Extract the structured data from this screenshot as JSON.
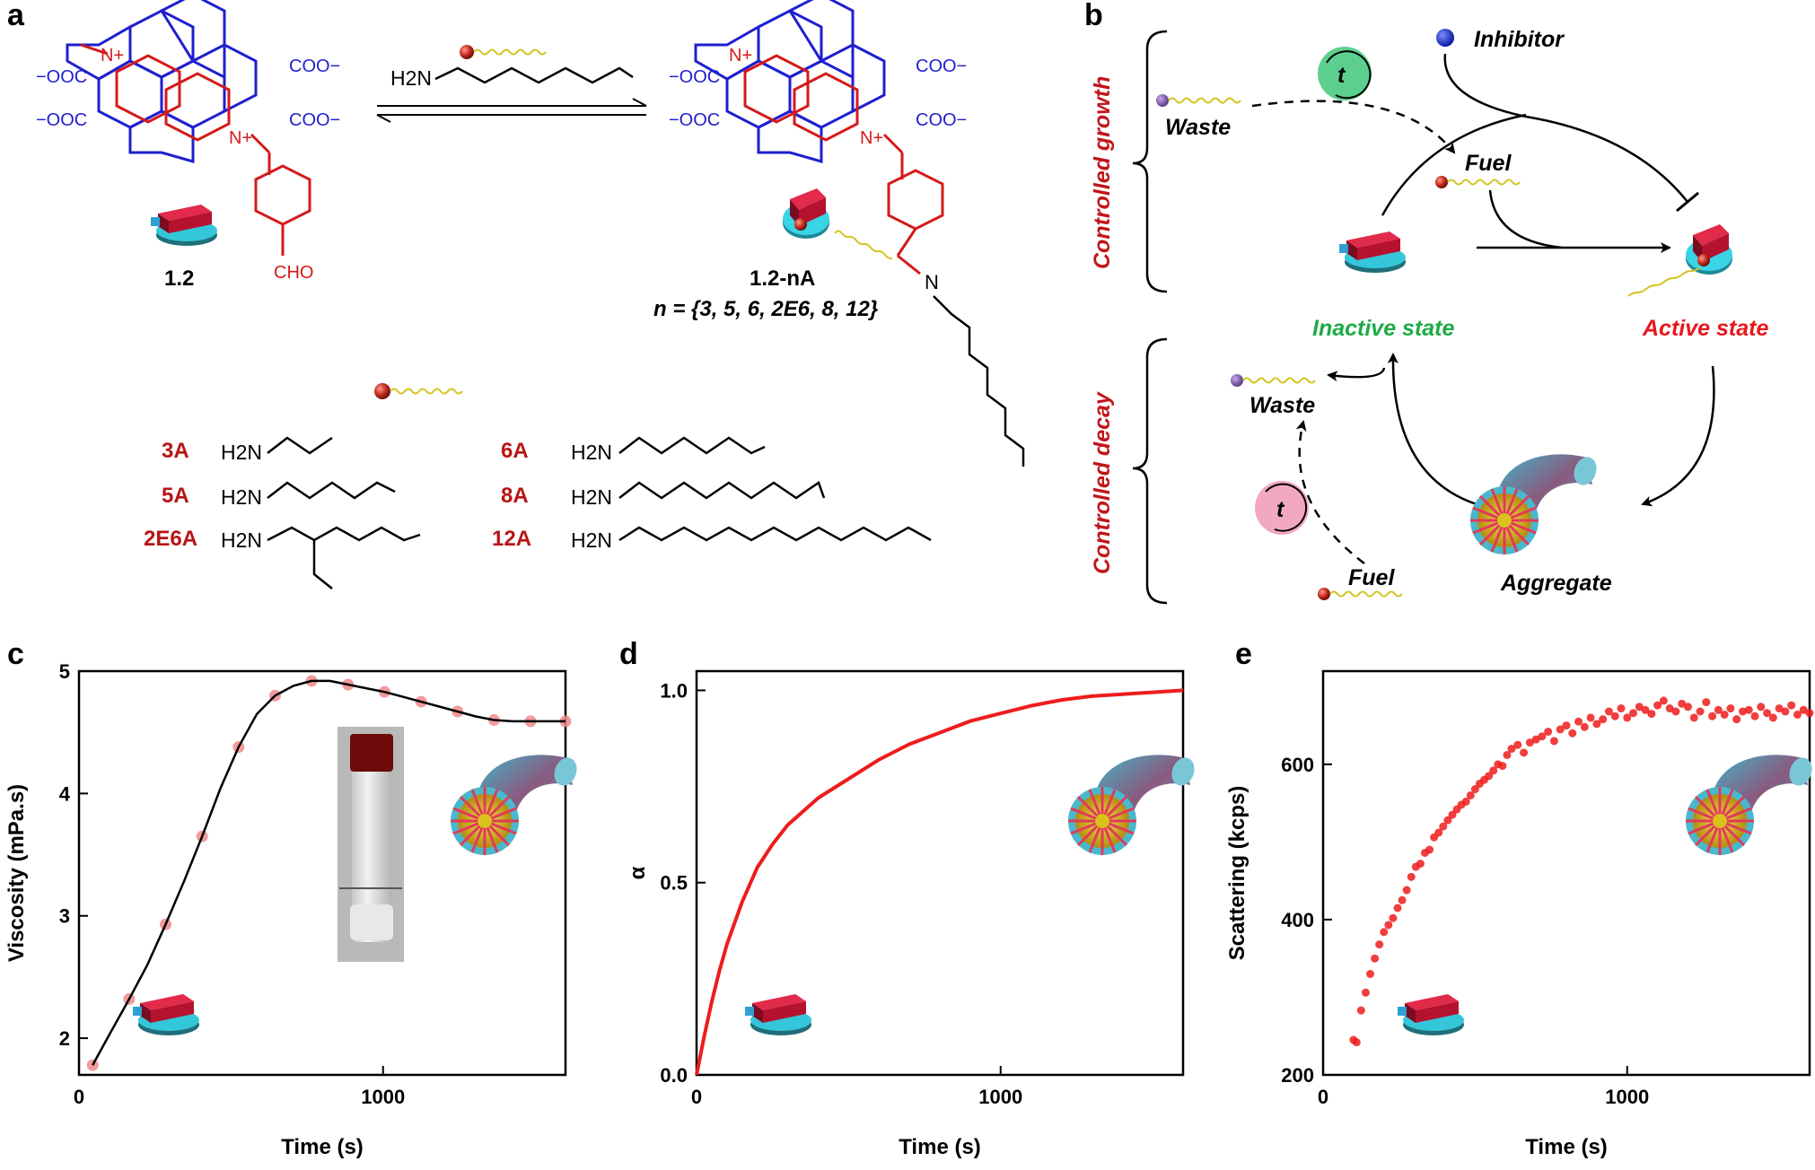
{
  "panel_a": {
    "letter": "a",
    "compound_start": "1.2",
    "compound_product": "1.2-nA",
    "product_n": "n = {3, 5, 6, 2E6, 8, 12}",
    "reagent": "H2N",
    "groups": {
      "carboxylate_left": "−OOC",
      "carboxylate_right": "COO−",
      "n_plus": "N+",
      "aldehyde": "CHO",
      "imine_n": "N"
    },
    "amines": [
      {
        "code": "3A",
        "formula": "H2N"
      },
      {
        "code": "5A",
        "formula": "H2N"
      },
      {
        "code": "2E6A",
        "formula": "H2N"
      },
      {
        "code": "6A",
        "formula": "H2N"
      },
      {
        "code": "8A",
        "formula": "H2N"
      },
      {
        "code": "12A",
        "formula": "H2N"
      }
    ]
  },
  "panel_b": {
    "letter": "b",
    "controlled_growth": "Controlled growth",
    "controlled_decay": "Controlled decay",
    "waste_top": "Waste",
    "inhibitor": "Inhibitor",
    "fuel_top": "Fuel",
    "timer": "t",
    "inactive_state": "Inactive state",
    "active_state": "Active state",
    "waste_bottom": "Waste",
    "fuel_bottom": "Fuel",
    "aggregate": "Aggregate",
    "colors": {
      "growth_label": "#c0161a",
      "inactive": "#1dab47",
      "active": "#e8171d",
      "timer_top": "#5ccf8e",
      "timer_bottom": "#f2a9bf",
      "inhibitor": "#1e2fd6"
    }
  },
  "chart_data": [
    {
      "panel": "c",
      "type": "scatter",
      "xlabel": "Time (s)",
      "ylabel": "Viscosity (mPa.s)",
      "xlim": [
        0,
        1600
      ],
      "ylim": [
        1.7,
        5
      ],
      "xticks": [
        0,
        1000
      ],
      "yticks": [
        2,
        3,
        4,
        5
      ],
      "marker_color": "#f08a8a",
      "fit_line_color": "#000000",
      "points": {
        "x": [
          45,
          165,
          285,
          405,
          525,
          645,
          765,
          885,
          1005,
          1125,
          1245,
          1365,
          1485,
          1600
        ],
        "y": [
          1.78,
          2.32,
          2.93,
          3.65,
          4.38,
          4.8,
          4.92,
          4.89,
          4.83,
          4.75,
          4.67,
          4.6,
          4.59,
          4.59
        ]
      },
      "fit": {
        "x": [
          45,
          100,
          165,
          225,
          285,
          345,
          405,
          465,
          525,
          585,
          645,
          705,
          765,
          825,
          885,
          945,
          1005,
          1065,
          1125,
          1185,
          1245,
          1305,
          1365,
          1425,
          1485,
          1545,
          1600
        ],
        "y": [
          1.78,
          2.03,
          2.32,
          2.6,
          2.93,
          3.28,
          3.65,
          4.04,
          4.38,
          4.65,
          4.8,
          4.88,
          4.92,
          4.92,
          4.89,
          4.86,
          4.83,
          4.79,
          4.75,
          4.71,
          4.67,
          4.63,
          4.6,
          4.59,
          4.59,
          4.59,
          4.59
        ]
      }
    },
    {
      "panel": "d",
      "type": "line",
      "xlabel": "Time (s)",
      "ylabel": "α",
      "xlim": [
        0,
        1600
      ],
      "ylim": [
        0,
        1.05
      ],
      "xticks": [
        0,
        1000
      ],
      "yticks": [
        0.0,
        0.5,
        1.0
      ],
      "ytick_labels": [
        "0.0",
        "0.5",
        "1.0"
      ],
      "line_color": "#ee1c1c",
      "x": [
        0,
        25,
        50,
        75,
        100,
        150,
        200,
        250,
        300,
        400,
        500,
        600,
        700,
        800,
        900,
        1000,
        1100,
        1200,
        1300,
        1400,
        1500,
        1600
      ],
      "y": [
        0.0,
        0.1,
        0.19,
        0.27,
        0.34,
        0.45,
        0.54,
        0.6,
        0.65,
        0.72,
        0.77,
        0.82,
        0.86,
        0.89,
        0.92,
        0.94,
        0.96,
        0.975,
        0.985,
        0.99,
        0.995,
        1.0
      ]
    },
    {
      "panel": "e",
      "type": "scatter",
      "xlabel": "Time (s)",
      "ylabel": "Scattering (kcps)",
      "xlim": [
        0,
        1600
      ],
      "ylim": [
        200,
        720
      ],
      "xticks": [
        0,
        1000
      ],
      "yticks": [
        200,
        400,
        600
      ],
      "marker_color": "#ee1c1c",
      "x": [
        100,
        110,
        125,
        140,
        155,
        170,
        185,
        200,
        215,
        230,
        245,
        260,
        275,
        290,
        305,
        320,
        335,
        350,
        365,
        380,
        395,
        410,
        425,
        440,
        455,
        470,
        485,
        500,
        515,
        530,
        545,
        560,
        575,
        590,
        605,
        620,
        640,
        660,
        680,
        700,
        720,
        740,
        760,
        780,
        800,
        820,
        840,
        860,
        880,
        900,
        920,
        940,
        960,
        980,
        1000,
        1020,
        1040,
        1060,
        1080,
        1100,
        1120,
        1140,
        1160,
        1180,
        1200,
        1220,
        1240,
        1260,
        1280,
        1300,
        1320,
        1340,
        1360,
        1380,
        1400,
        1420,
        1440,
        1460,
        1480,
        1500,
        1520,
        1540,
        1560,
        1580,
        1600
      ],
      "y": [
        245,
        242,
        283,
        306,
        330,
        350,
        368,
        384,
        393,
        402,
        415,
        425,
        438,
        455,
        468,
        472,
        486,
        490,
        506,
        512,
        520,
        528,
        535,
        542,
        548,
        552,
        560,
        568,
        575,
        580,
        585,
        592,
        600,
        598,
        612,
        620,
        625,
        615,
        628,
        632,
        636,
        642,
        630,
        645,
        650,
        640,
        655,
        648,
        660,
        652,
        658,
        668,
        662,
        672,
        660,
        666,
        674,
        670,
        665,
        676,
        682,
        672,
        668,
        678,
        674,
        660,
        668,
        680,
        662,
        670,
        664,
        672,
        658,
        668,
        670,
        662,
        674,
        666,
        660,
        672,
        668,
        676,
        664,
        670,
        666
      ]
    }
  ]
}
